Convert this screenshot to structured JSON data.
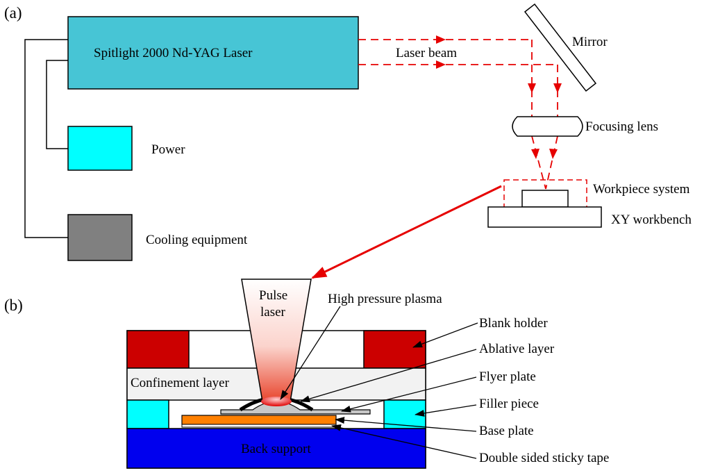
{
  "panel_a": {
    "letter": "(a)",
    "laser_label": "Spitlight 2000 Nd-YAG  Laser",
    "power_label": "Power",
    "cooling_label": "Cooling equipment",
    "beam_label": "Laser beam",
    "mirror_label": "Mirror",
    "lens_label": "Focusing lens",
    "workpiece_label": "Workpiece system",
    "workbench_label": "XY workbench"
  },
  "panel_b": {
    "letter": "(b)",
    "pulse_laser_line1": "Pulse",
    "pulse_laser_line2": "laser",
    "plasma_label": "High pressure plasma",
    "confinement_label": "Confinement layer",
    "back_support_label": "Back support",
    "callouts": {
      "blank_holder": "Blank holder",
      "ablative_layer": "Ablative layer",
      "flyer_plate": "Flyer plate",
      "filler_piece": "Filler piece",
      "base_plate": "Base plate",
      "sticky_tape": "Double sided sticky tape"
    }
  },
  "colors": {
    "laser_box": "#47C5D5",
    "power_box": "#00FFFF",
    "cooling_box": "#808080",
    "beam": "#E60000",
    "blank_holder": "#CC0000",
    "filler": "#00FFFF",
    "base_plate": "#FF8000",
    "back_support": "#0000EE",
    "confinement": "#F2F2F2"
  }
}
